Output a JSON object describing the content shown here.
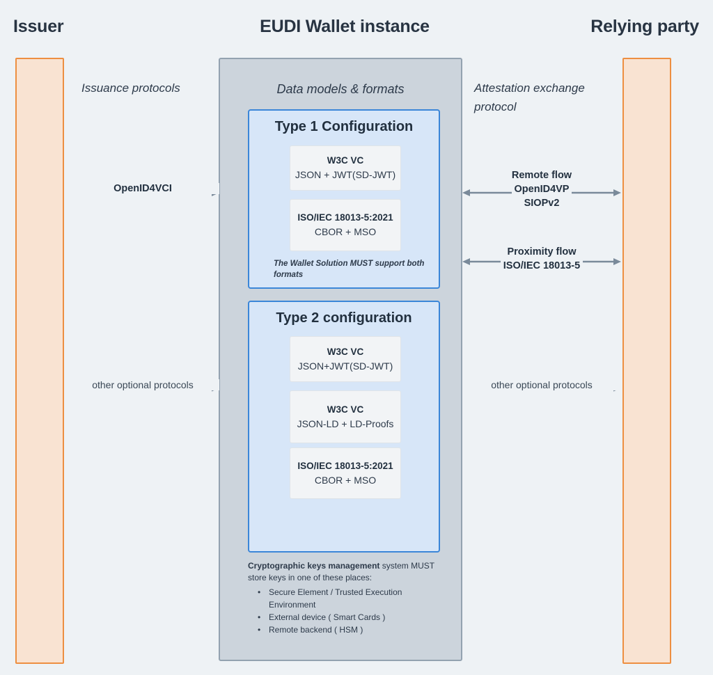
{
  "headings": {
    "issuer": "Issuer",
    "wallet": "EUDI Wallet instance",
    "relying_party": "Relying party"
  },
  "captions": {
    "issuance": "Issuance protocols",
    "attestation": "Attestation exchange protocol",
    "wallet_subtitle": "Data models & formats"
  },
  "type1": {
    "title": "Type 1 Configuration",
    "cards": [
      {
        "title": "W3C VC",
        "sub": "JSON + JWT(SD-JWT)"
      },
      {
        "title": "ISO/IEC 18013-5:2021",
        "sub": "CBOR + MSO"
      }
    ],
    "note": "The Wallet Solution MUST support both formats"
  },
  "type2": {
    "title": "Type 2 configuration",
    "cards": [
      {
        "title": "W3C VC",
        "sub": "JSON+JWT(SD-JWT)"
      },
      {
        "title": "W3C VC",
        "sub": "JSON-LD + LD-Proofs"
      },
      {
        "title": "ISO/IEC 18013-5:2021",
        "sub": "CBOR + MSO"
      }
    ]
  },
  "crypto": {
    "lead_bold": "Cryptographic keys management",
    "lead_rest": " system MUST store keys in one of these places:",
    "items": [
      "Secure Element / Trusted Execution Environment",
      "External device ( Smart Cards )",
      "Remote backend ( HSM )"
    ]
  },
  "arrows": {
    "openid4vci": "OpenID4VCI",
    "left_optional": "other optional protocols",
    "right_optional": "other optional protocols",
    "remote_line1": "Remote flow",
    "remote_line2": "OpenID4VP",
    "remote_line3": "SIOPv2",
    "proximity_line1": "Proximity flow",
    "proximity_line2": "ISO/IEC 18013-5"
  },
  "colors": {
    "page_background": "#eef2f5",
    "actor_fill": "#f9e3d2",
    "actor_border": "#ed8f41",
    "wallet_fill": "#ccd4dc",
    "wallet_border": "#93a2b0",
    "type_fill": "#d7e6f8",
    "type_border": "#3b86d8",
    "card_fill": "#f2f4f6",
    "card_border": "#dfe4e9",
    "text": "#2d3a4a",
    "arrow": "#7a8a9a"
  }
}
